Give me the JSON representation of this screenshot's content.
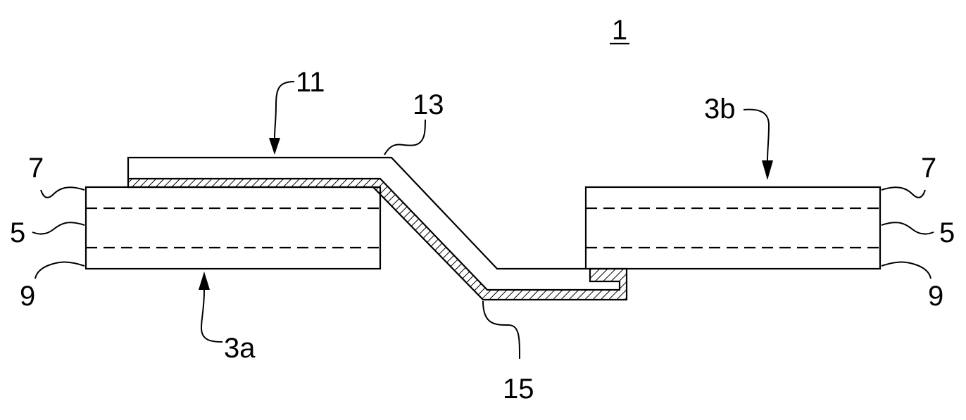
{
  "figure": {
    "title_ref": "1",
    "labels": {
      "member_11": "11",
      "bend_13": "13",
      "end_15": "15",
      "plate_3a": "3a",
      "plate_3b": "3b",
      "layer_7": "7",
      "layer_5": "5",
      "layer_9": "9"
    }
  }
}
